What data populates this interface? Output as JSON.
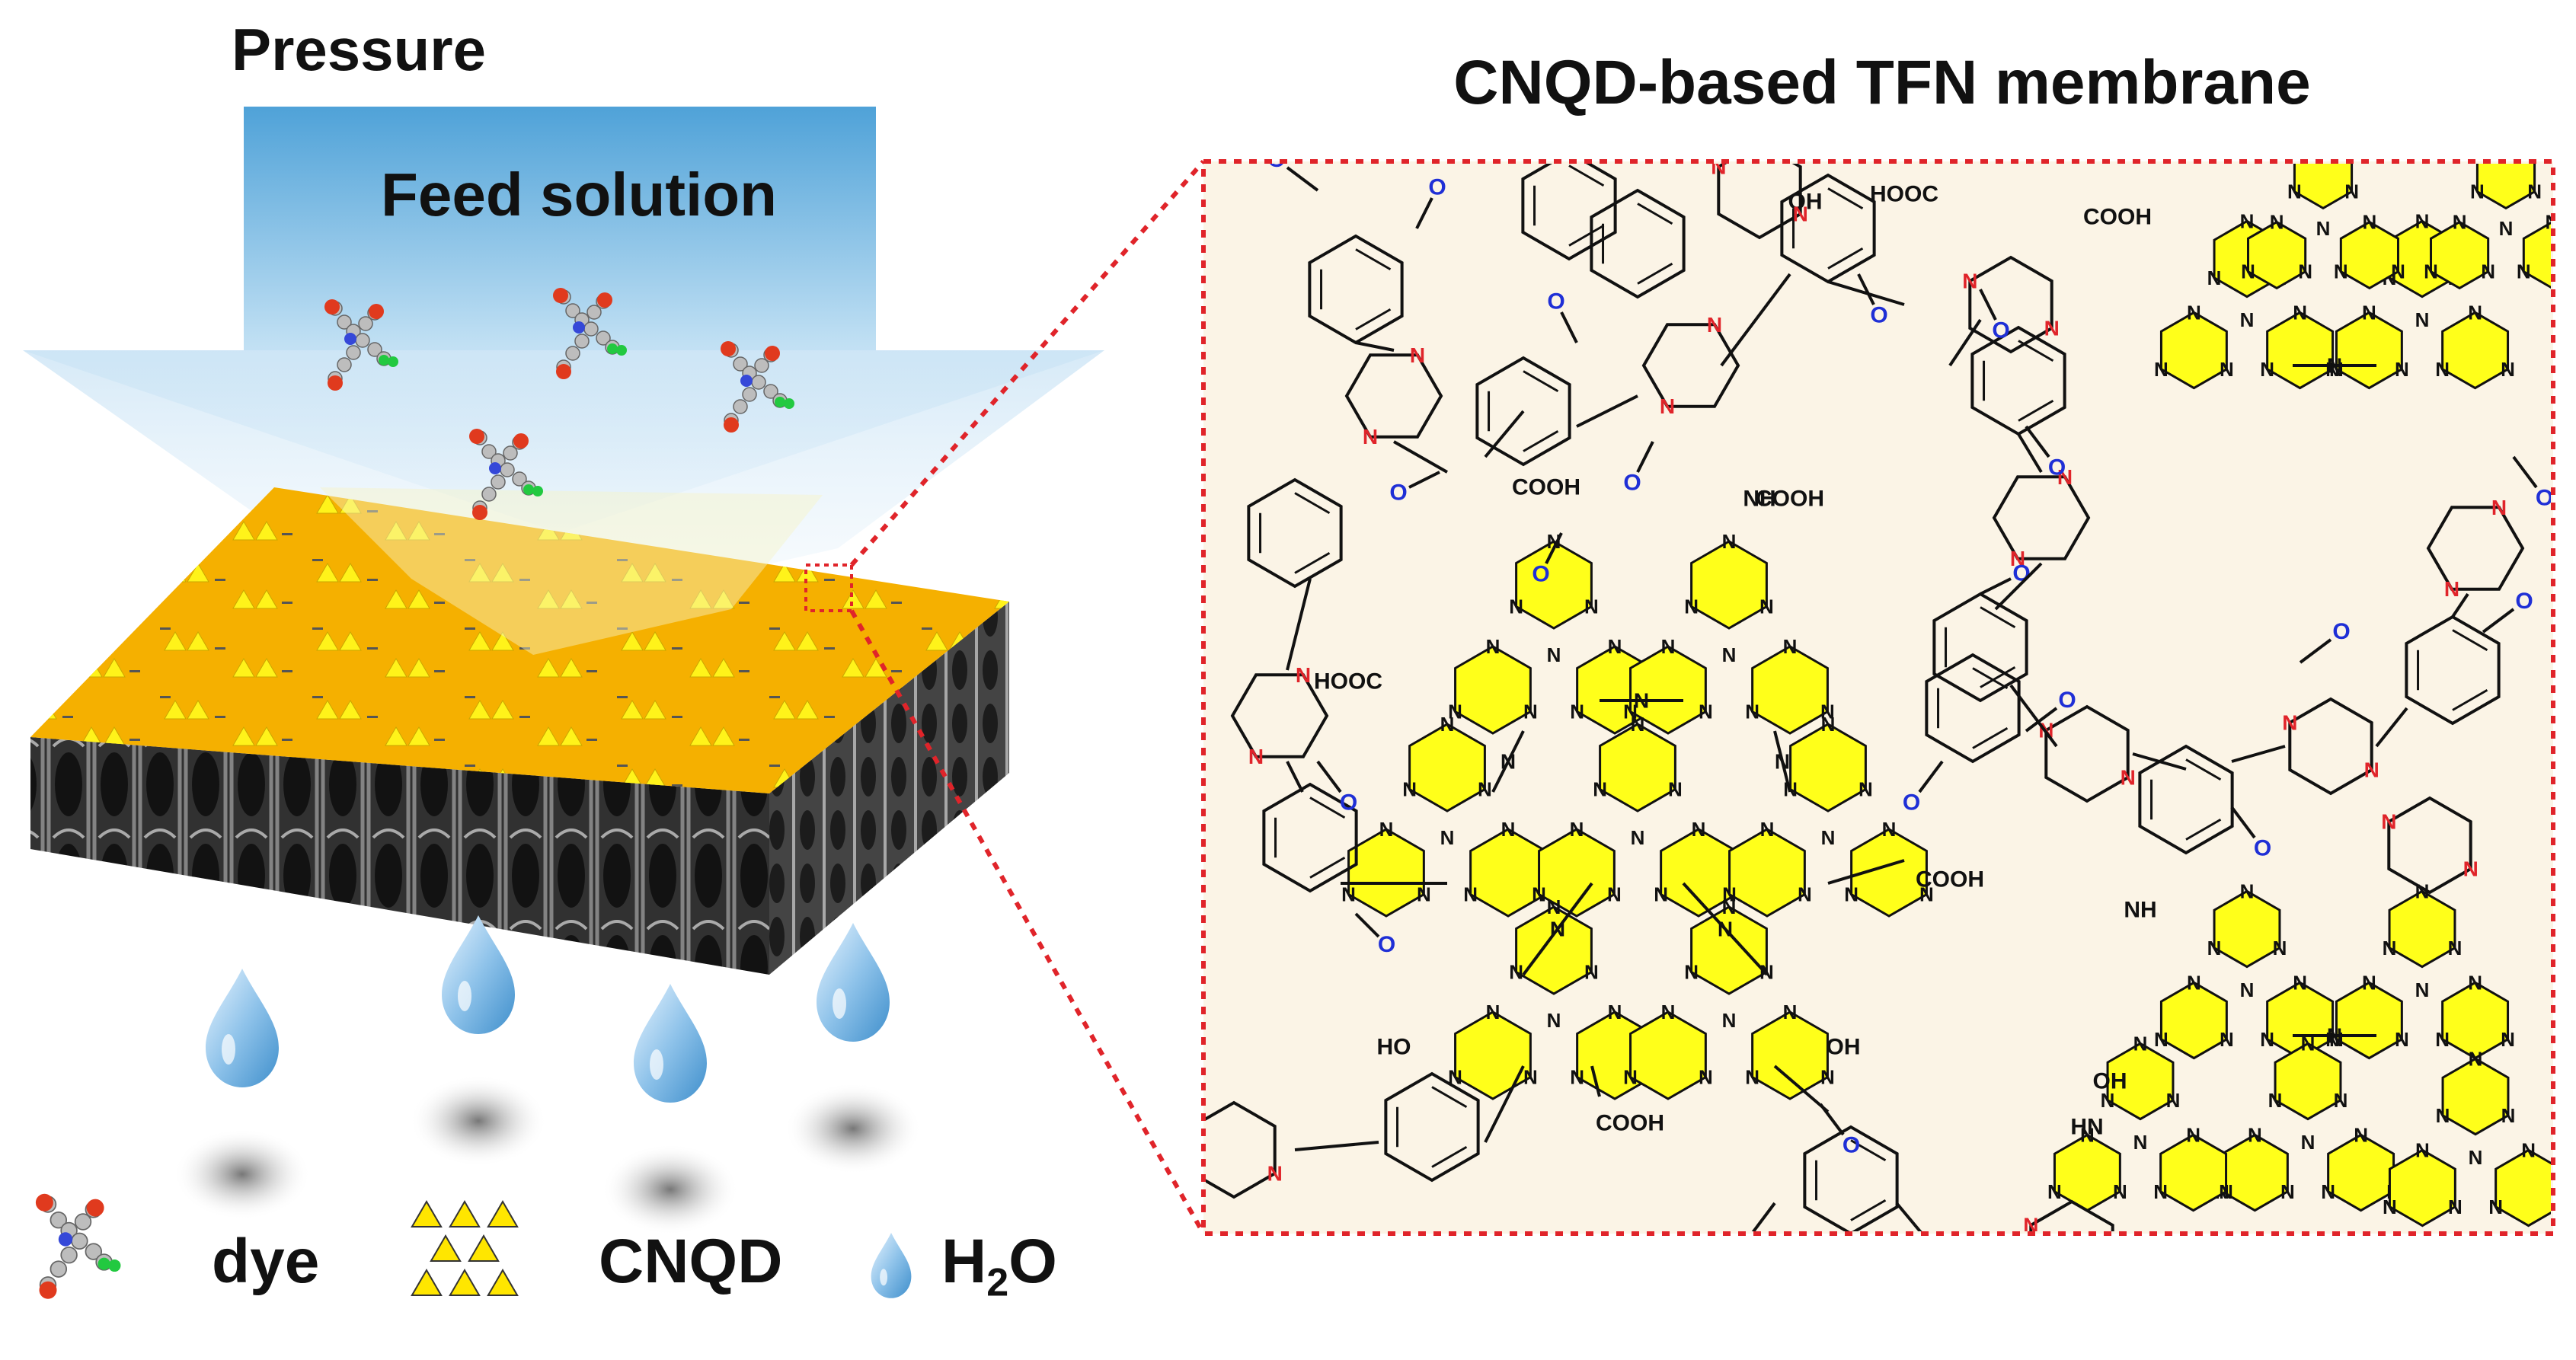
{
  "labels": {
    "pressure": "Pressure",
    "feed_solution": "Feed solution",
    "tfn_title": "CNQD-based  TFN membrane"
  },
  "legend": {
    "dye": "dye",
    "cnqd": "CNQD",
    "water_main": "H",
    "water_sub": "2",
    "water_tail": "O"
  },
  "chem_labels": {
    "cooh": "COOH",
    "hooc": "HOOC",
    "oh": "OH",
    "nh": "NH",
    "hn": "HN",
    "n": "N",
    "o": "O",
    "h": "H",
    "hn_cooh": "HN",
    "ho": "HO"
  },
  "colors": {
    "membrane_top": "#f5b000",
    "arrow_top": "#5aa9dc",
    "arrow_bottom": "#e6f2fb",
    "zoom_border": "#e0242a",
    "zoom_bg": "#fbf4e6",
    "triazine_fill": "#ffff1a",
    "oxygen_blue": "#1f2fd6",
    "nitrogen_red": "#e0242a",
    "water_drop": "#8fc3ea"
  }
}
